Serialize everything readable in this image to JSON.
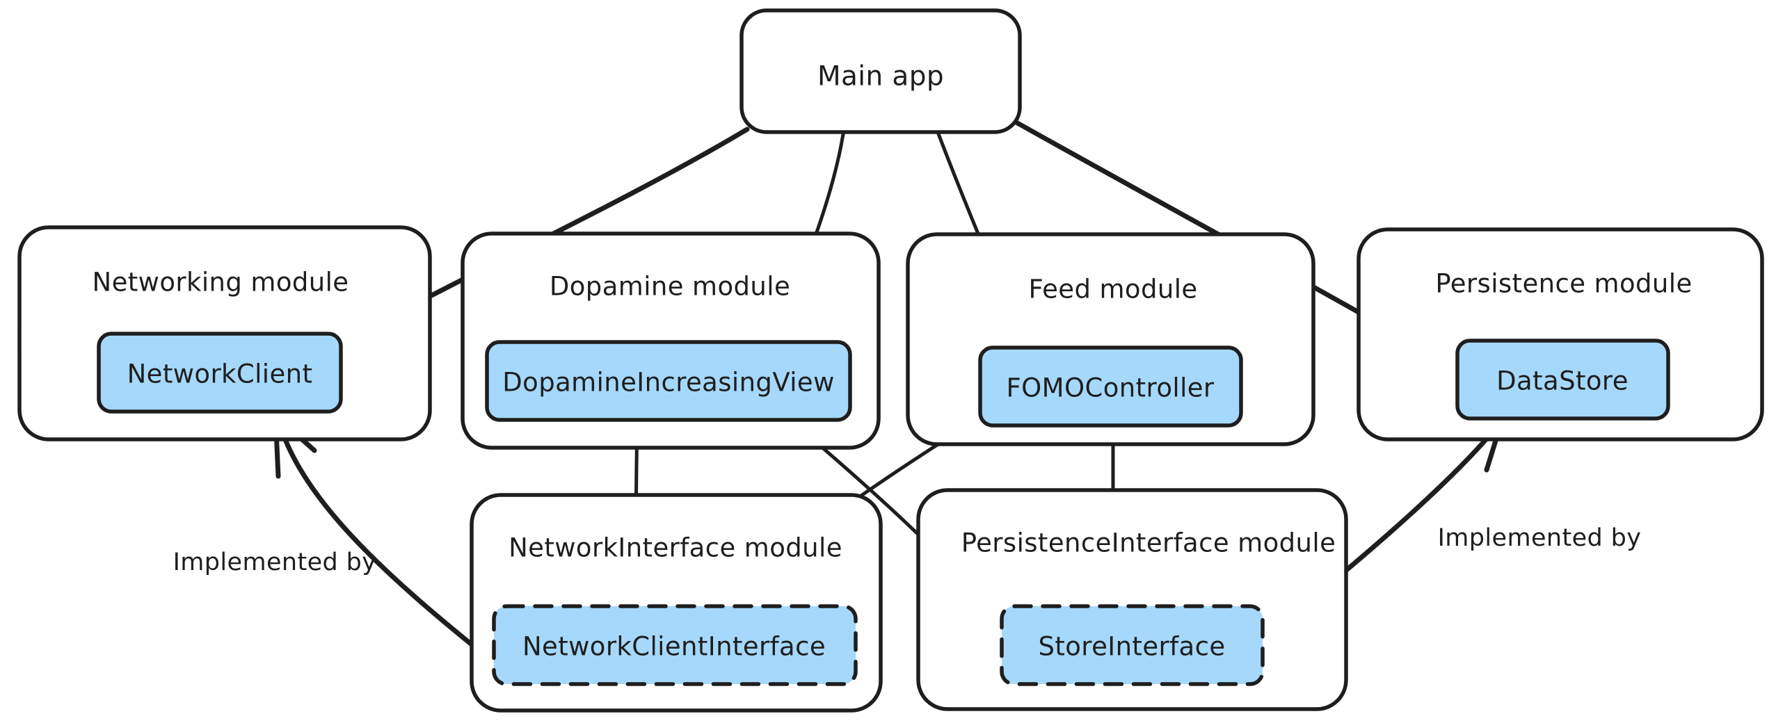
{
  "diagram": {
    "type": "module-dependency-diagram",
    "style": "hand-drawn",
    "background_color": "#ffffff",
    "stroke_color": "#1e1e1e",
    "node_fill_color": "#a5d8fa",
    "root": {
      "id": "main-app",
      "label": "Main app"
    },
    "modules": [
      {
        "id": "networking-module",
        "label": "Networking module",
        "node": {
          "id": "network-client",
          "label": "NetworkClient",
          "border": "solid"
        }
      },
      {
        "id": "dopamine-module",
        "label": "Dopamine module",
        "node": {
          "id": "dopamine-increasing-view",
          "label": "DopamineIncreasingView",
          "border": "solid"
        }
      },
      {
        "id": "feed-module",
        "label": "Feed module",
        "node": {
          "id": "fomo-controller",
          "label": "FOMOController",
          "border": "solid"
        }
      },
      {
        "id": "persistence-module",
        "label": "Persistence module",
        "node": {
          "id": "data-store",
          "label": "DataStore",
          "border": "solid"
        }
      },
      {
        "id": "network-interface-module",
        "label": "NetworkInterface module",
        "node": {
          "id": "network-client-interface",
          "label": "NetworkClientInterface",
          "border": "dashed"
        }
      },
      {
        "id": "persistence-interface-module",
        "label": "PersistenceInterface module",
        "node": {
          "id": "store-interface",
          "label": "StoreInterface",
          "border": "dashed"
        }
      }
    ],
    "edges": [
      {
        "id": "edge-mainapp-networkclient",
        "from": "main-app",
        "to": "network-client",
        "label": ""
      },
      {
        "id": "edge-mainapp-dopamineview",
        "from": "main-app",
        "to": "dopamine-increasing-view",
        "label": ""
      },
      {
        "id": "edge-mainapp-fomocontroller",
        "from": "main-app",
        "to": "fomo-controller",
        "label": ""
      },
      {
        "id": "edge-mainapp-datastore",
        "from": "main-app",
        "to": "data-store",
        "label": ""
      },
      {
        "id": "edge-dopamineview-networkclientinterface",
        "from": "dopamine-increasing-view",
        "to": "network-client-interface",
        "label": ""
      },
      {
        "id": "edge-dopamineview-storeinterface",
        "from": "dopamine-increasing-view",
        "to": "store-interface",
        "label": ""
      },
      {
        "id": "edge-fomocontroller-storeinterface",
        "from": "fomo-controller",
        "to": "store-interface",
        "label": ""
      },
      {
        "id": "edge-fomocontroller-networkclientinterface",
        "from": "fomo-controller",
        "to": "network-client-interface",
        "label": ""
      },
      {
        "id": "edge-networkclientinterface-networkclient",
        "from": "network-client-interface",
        "to": "network-client",
        "label": "Implemented by"
      },
      {
        "id": "edge-storeinterface-datastore",
        "from": "store-interface",
        "to": "data-store",
        "label": "Implemented by"
      }
    ],
    "edge_labels": {
      "implemented_by_left": "Implemented by",
      "implemented_by_right": "Implemented by"
    }
  }
}
